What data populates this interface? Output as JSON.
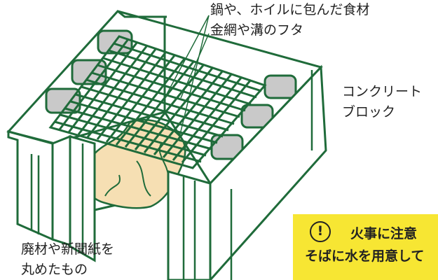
{
  "labels": {
    "grill_top": [
      "鍋や、ホイルに包んだ食材",
      "金網や溝のフタ"
    ],
    "block": [
      "コンクリート",
      "ブロック"
    ],
    "fuel": [
      "廃材や新聞紙を",
      "丸めたもの"
    ]
  },
  "warning": {
    "icon": "exclamation-circle-icon",
    "line1": "火事に注意",
    "line2": "そばに水を用意して"
  },
  "colors": {
    "outline_green": "#1f6b3a",
    "block_gray": "#c9c9c9",
    "fuel_beige": "#f6dfb3",
    "warning_yellow": "#f7e633"
  }
}
